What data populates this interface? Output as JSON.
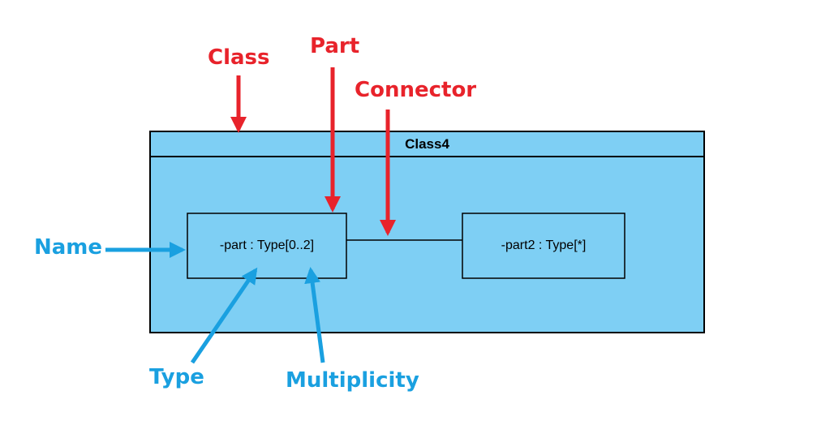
{
  "diagram": {
    "class_name": "Class4",
    "parts": [
      {
        "text": "-part : Type[0..2]"
      },
      {
        "text": "-part2 : Type[*]"
      }
    ]
  },
  "annotations": {
    "class": "Class",
    "part": "Part",
    "connector": "Connector",
    "name": "Name",
    "type": "Type",
    "multiplicity": "Multiplicity"
  },
  "colors": {
    "class_fill": "#7ecff4",
    "outline": "#000000",
    "annotation_red": "#e8232b",
    "annotation_blue": "#1aa0e0"
  }
}
